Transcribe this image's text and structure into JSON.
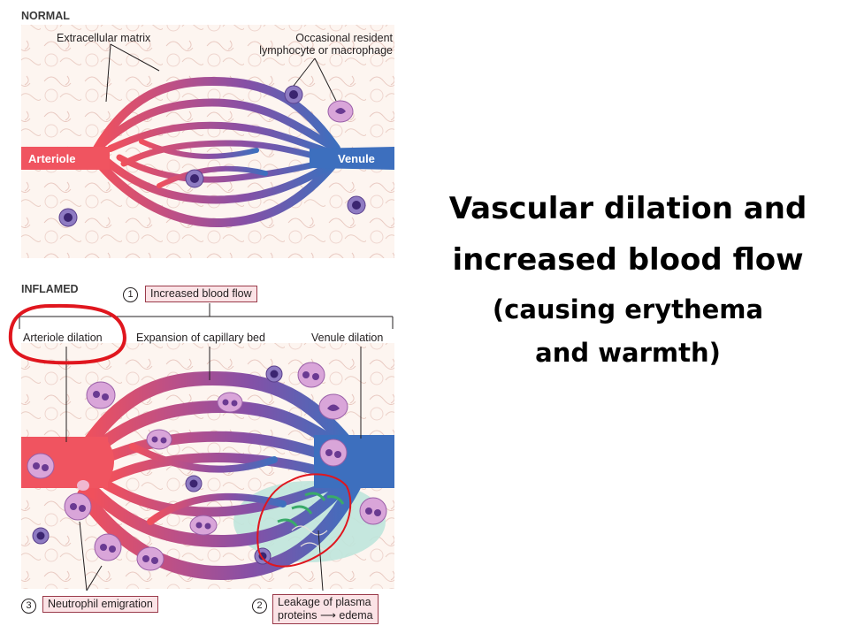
{
  "normal": {
    "title": "NORMAL",
    "extracellular_matrix": "Extracellular matrix",
    "resident_line1": "Occasional resident",
    "resident_line2": "lymphocyte or macrophage",
    "arteriole": "Arteriole",
    "venule": "Venule"
  },
  "inflamed": {
    "title": "INFLAMED",
    "step1_num": "1",
    "step1_label": "Increased blood flow",
    "arteriole_dilation": "Arteriole dilation",
    "expansion": "Expansion of capillary bed",
    "venule_dilation": "Venule dilation",
    "step3_num": "3",
    "step3_label": "Neutrophil emigration",
    "step2_num": "2",
    "step2_line1": "Leakage of plasma",
    "step2_word1": "proteins",
    "step2_word2": "edema"
  },
  "headline": {
    "line1": "Vascular dilation and",
    "line2": "increased blood flow",
    "line3": "(causing erythema",
    "line4": "and warmth)"
  },
  "colors": {
    "arterial": "#e8505e",
    "capillary": "#8a4aa0",
    "venous": "#3c6ab8",
    "annotation": "#e0161e",
    "edema": "#bfe6dc",
    "leak_arrow": "#3aaa6a"
  }
}
